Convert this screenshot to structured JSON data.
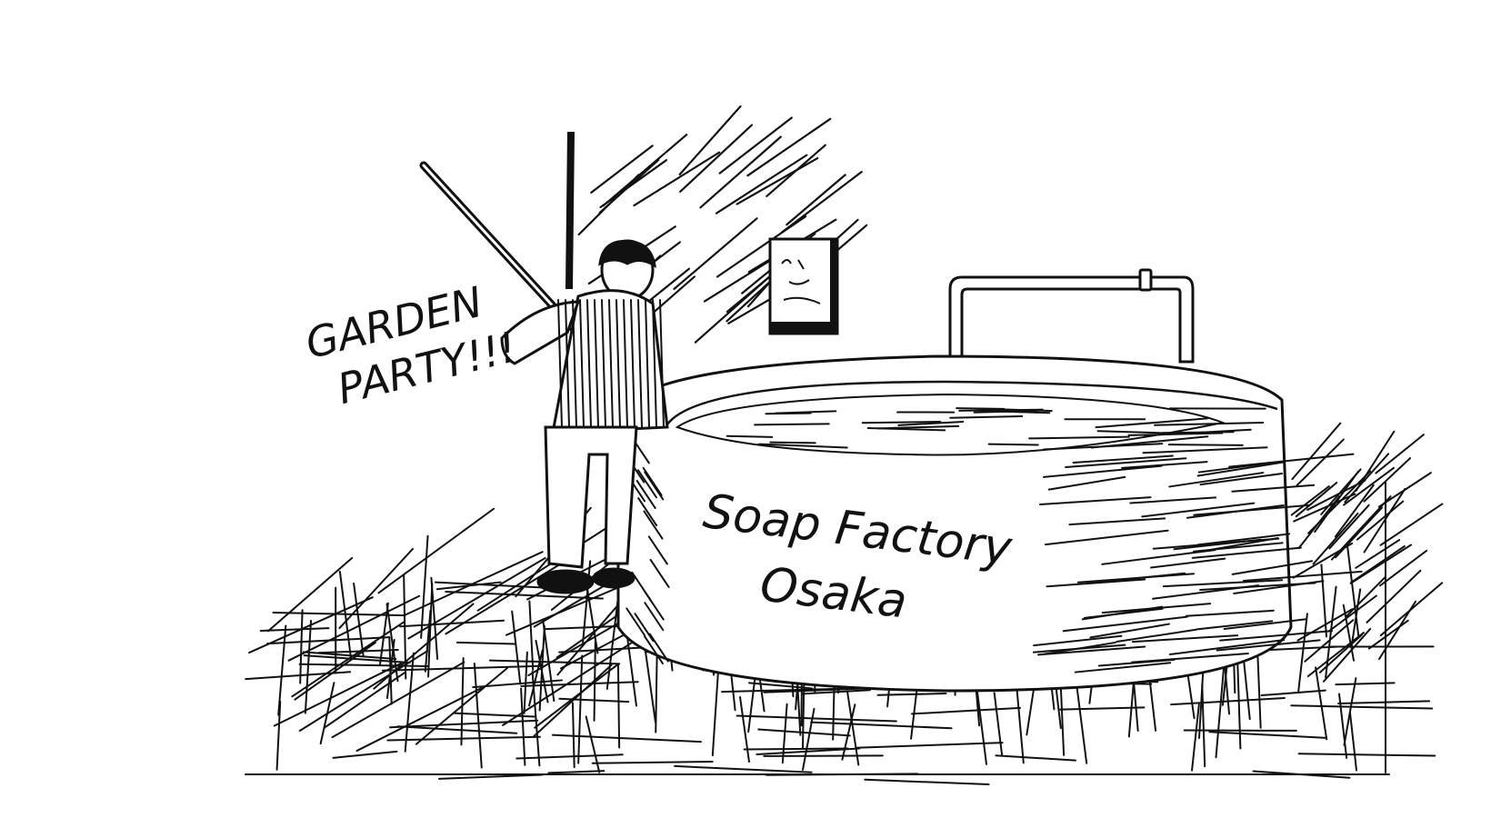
{
  "illustration": {
    "style": "black-and-white pen sketch",
    "speech": {
      "line1": "GARDEN",
      "line2": "PARTY!!!"
    },
    "vat_label": {
      "line1": "Soap Factory",
      "line2": "Osaka"
    },
    "colors": {
      "ink": "#111111",
      "paper": "#ffffff"
    }
  }
}
